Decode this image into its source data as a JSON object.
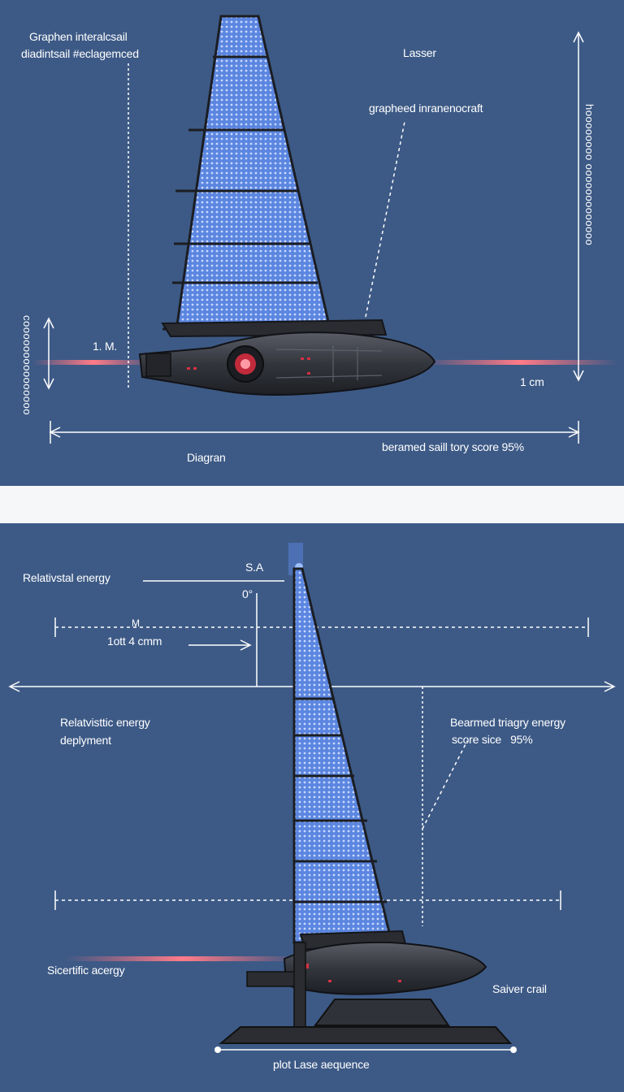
{
  "colors": {
    "background": "#3d5a86",
    "separator": "#f6f7f9",
    "line": "#ffffff",
    "sail_blue": "#4a78d8",
    "hull": "#2b2d33",
    "laser_red": "#ff6f7d"
  },
  "top_diagram": {
    "title_line1": "Graphen interalcsail",
    "title_line2": "diadintsail #eclagemced",
    "laser_label": "Lasser",
    "craft_label": "grapheed inranenocraft",
    "right_vertical_label": "hoooooooo ooooooooooooo",
    "left_vertical_label": "cooooooooooooooo",
    "scale_left": "1. M.",
    "scale_right": "1 cm",
    "bottom_left": "Diagran",
    "bottom_right": "beramed saill tory score 95%"
  },
  "bottom_diagram": {
    "relativistic_top": "Relativstal energy",
    "sa_label": "S.A",
    "angle_label": "0°",
    "m_label": "M",
    "length_label": "1ott 4 cmm",
    "relativistic_line1": "Relatvisttic energy",
    "relativistic_line2": "deplyment",
    "beamed_line1": "Bearmed triagry energy",
    "beamed_line2": "score sice   95%",
    "scientific_label": "Sicertific acergy",
    "saiver_label": "Saiver crail",
    "bottom_label": "plot Lase aequence"
  }
}
